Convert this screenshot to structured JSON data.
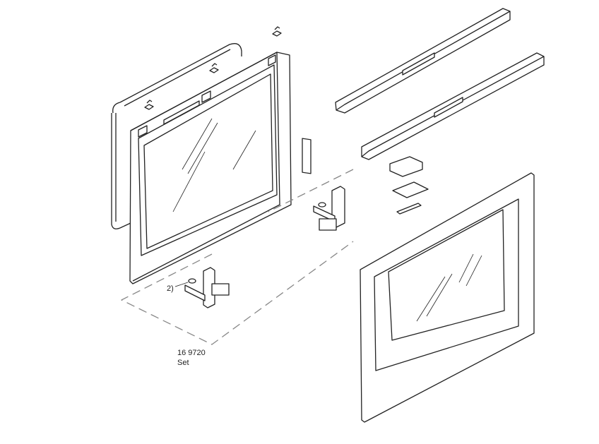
{
  "labels": {
    "callout_2": "2)",
    "part_number": "16 9720",
    "part_set": "Set"
  },
  "colors": {
    "line": "#222222",
    "dash": "#888888",
    "glass": "#ffffff"
  }
}
